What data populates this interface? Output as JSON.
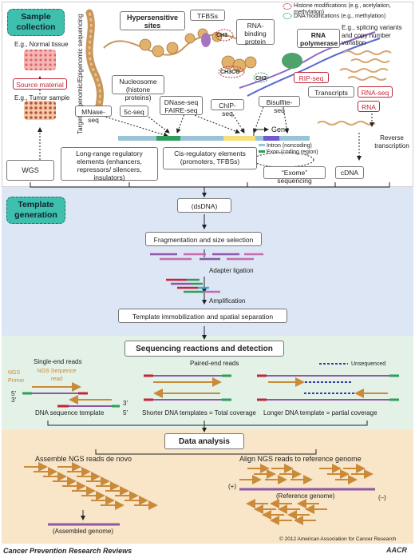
{
  "sections": {
    "collection": "Sample collection",
    "template": "Template generation"
  },
  "samples": {
    "normal": "E.g., Normal tissue",
    "source": "Source material",
    "tumor": "E.g., Tumor sample",
    "wgs": "WGS",
    "vertical": "Targeted genomic/Epigenomic sequencing"
  },
  "chromatin": {
    "hypersensitive": "Hypersensitive sites",
    "tfbss": "TFBSs",
    "nucleosome": "Nucleosome",
    "nucleosome_sub": "(histone proteins)",
    "ch3": "CH3",
    "ch3co": "CH3CO",
    "rna_binding": "RNA-binding protein",
    "rna_pol": "RNA polymerase",
    "histone_mod": "Histone modifications (e.g., acetylation, methylation)",
    "dna_mod": "DNA modifications (e.g., methylation)",
    "splicing": "E.g., splicing variants and copy number variation"
  },
  "methods": {
    "mnase": "MNase-seq",
    "fivec": "5c-seq",
    "dnase": "DNase-seq",
    "faire": "FAIRE-seq",
    "chip": "ChIP-seq",
    "bisulfite": "Bisulfite-seq",
    "rip": "RIP-seq",
    "rnaseq": "RNA-seq",
    "rna": "RNA",
    "transcripts": "Transcripts",
    "reverse": "Reverse transcription"
  },
  "gene": {
    "gene": "Gene",
    "intron": "Intron (noncoding)",
    "exon": "Exon (coding region)",
    "exome": "“Exome” sequencing",
    "cdna": "cDNA",
    "longrange": "Long-range regulatory elements (enhancers, repressors/ silencers, insulators)",
    "cisreg": "Cis-regulatory elements (promoters, TFBSs)"
  },
  "template": {
    "dsdna": "(dsDNA)",
    "frag": "Fragmentation and size selection",
    "adapter": "Adapter ligation",
    "amp": "Amplification",
    "immob": "Template immobilization and spatial separation"
  },
  "sequencing": {
    "title": "Sequencing reactions and detection",
    "single": "Single-end reads",
    "paired": "Paired-end reads",
    "unsequenced": "Unsequenced",
    "primer": "NGS Primer",
    "read": "NGS Sequence read",
    "five": "5′",
    "three": "3′",
    "template_lbl": "DNA sequence template",
    "shorter": "Shorter DNA templates = Total coverage",
    "longer": "Longer DNA template = partial coverage"
  },
  "analysis": {
    "title": "Data analysis",
    "denovo": "Assemble NGS reads de novo",
    "align": "Align NGS reads to reference genome",
    "assembled": "(Assembled genome)",
    "reference": "(Reference genome)",
    "plus": "(+)",
    "minus": "(–)"
  },
  "footer": {
    "copyright": "© 2012 American Association for Cancer Research",
    "journal": "Cancer Prevention Research Reviews",
    "logo": "AACR"
  },
  "colors": {
    "teal": "#3fbfae",
    "red": "#c0283a",
    "purple": "#7d3c8f",
    "orange": "#c98a3a",
    "green": "#2f9e5a"
  }
}
